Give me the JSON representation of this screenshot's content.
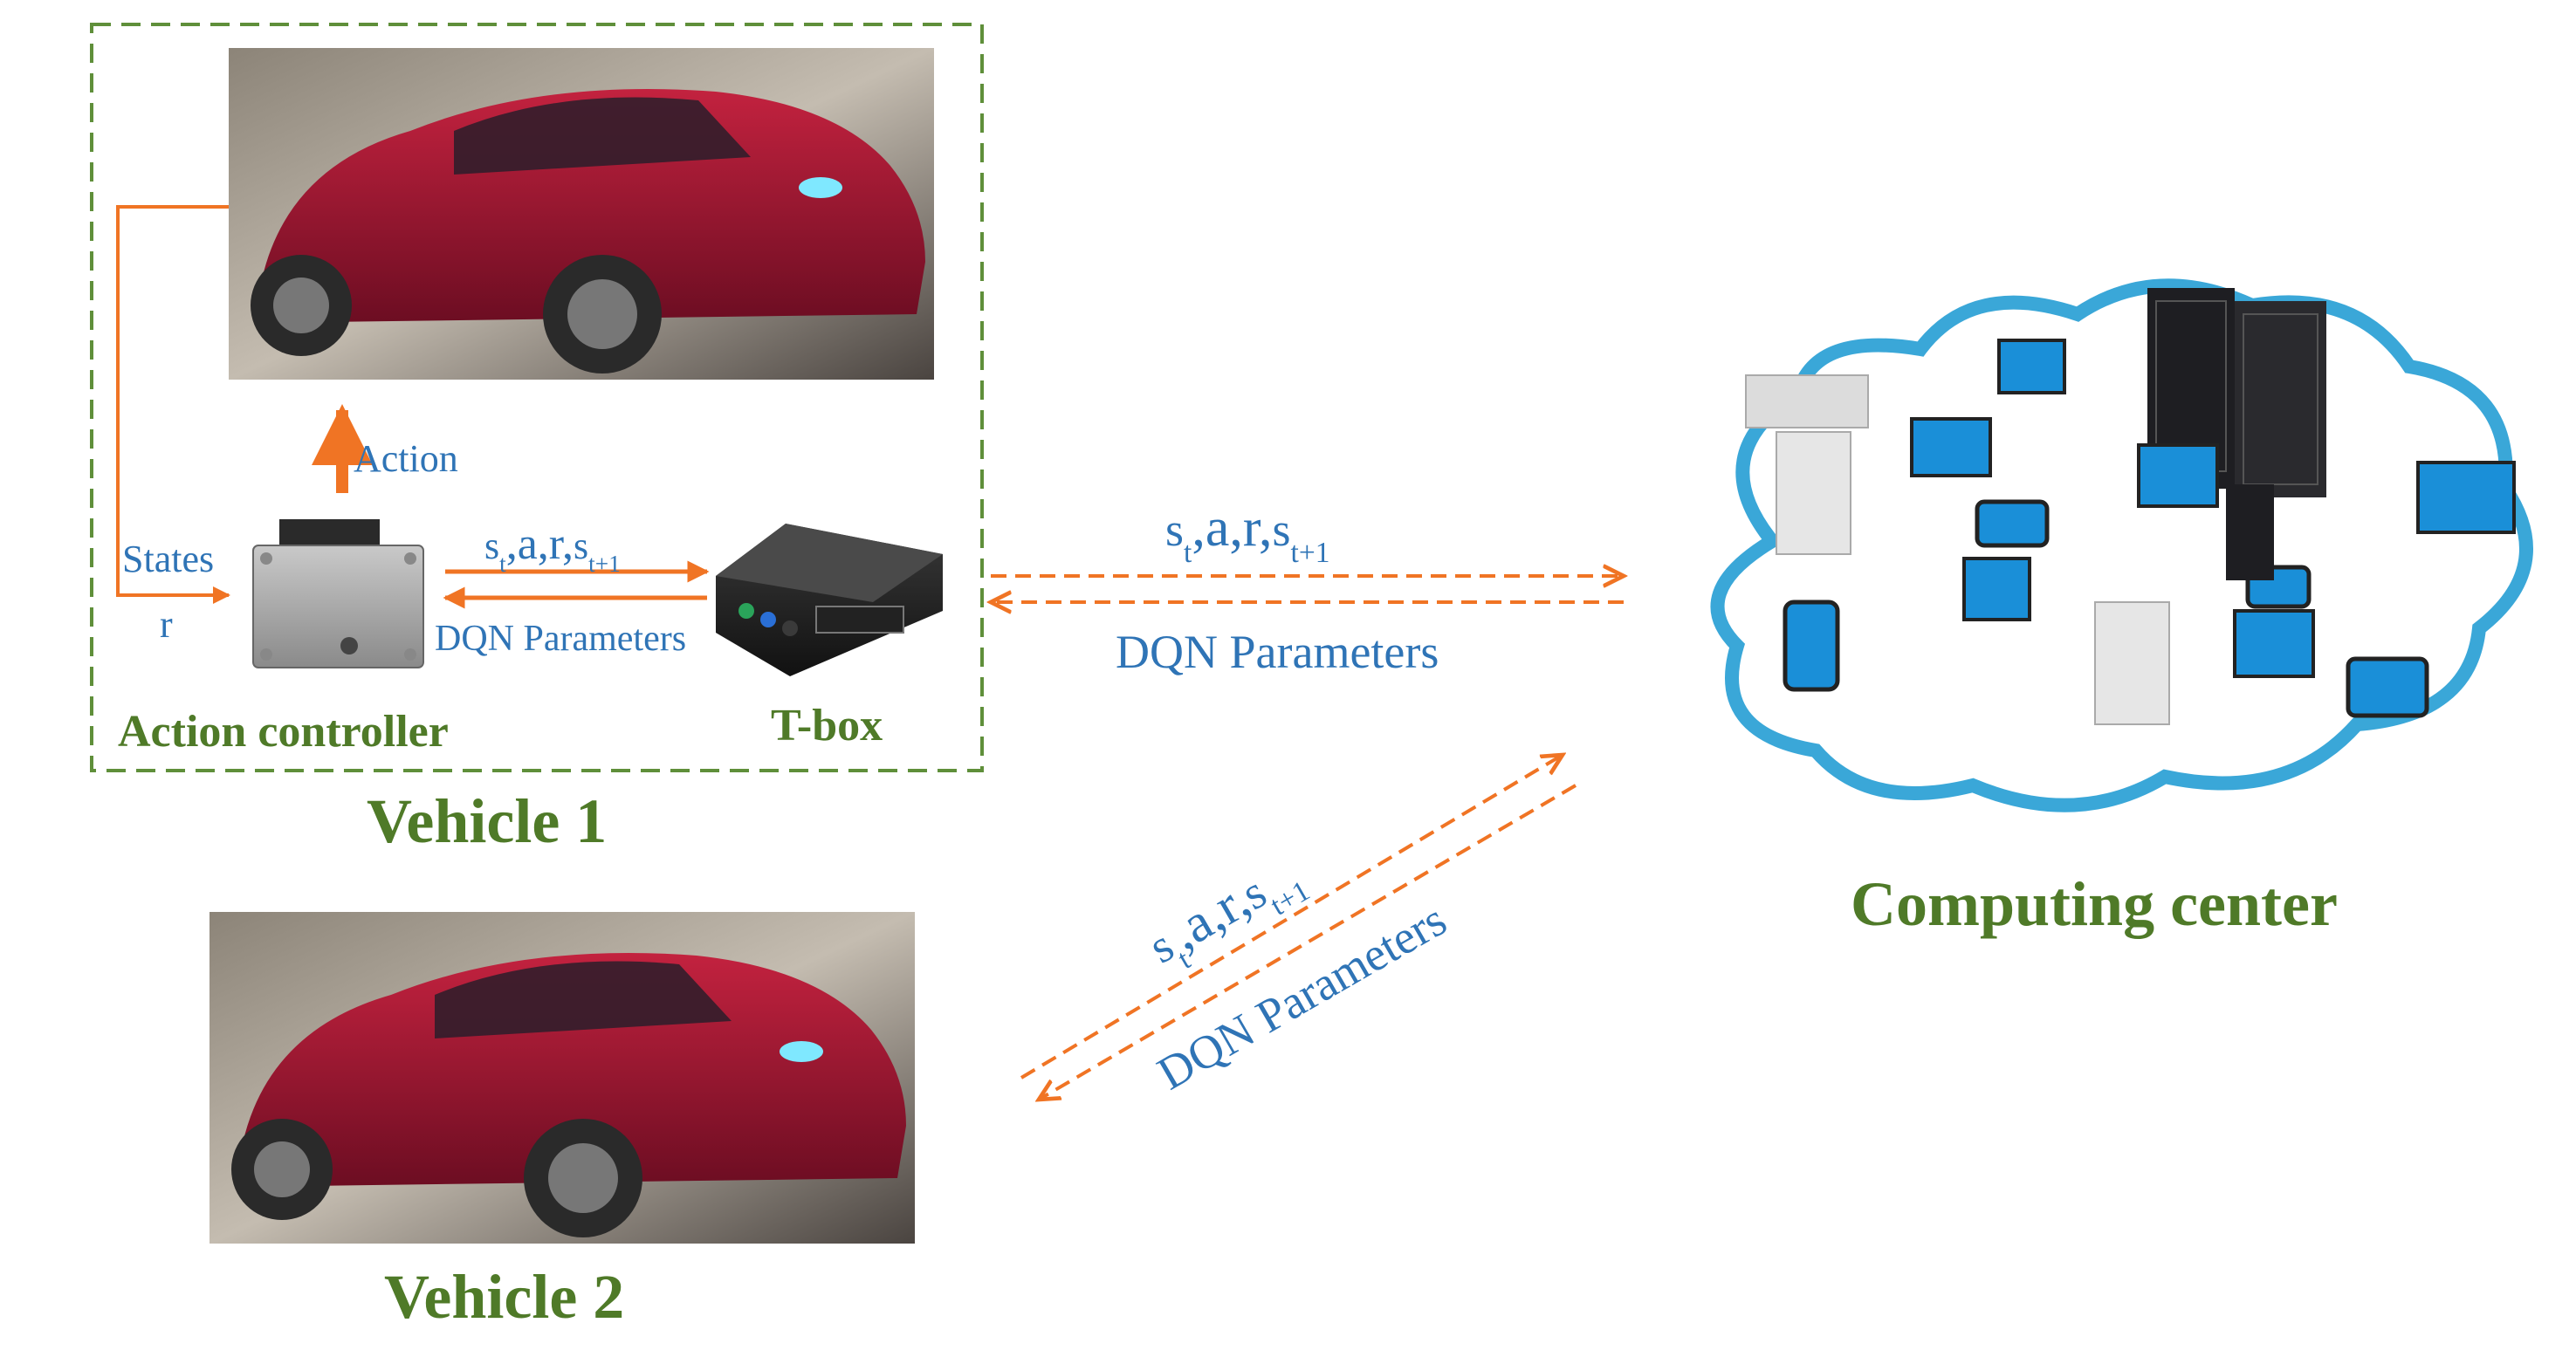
{
  "vehicle1": {
    "title": "Vehicle 1",
    "action_label": "Action",
    "states_label": "States",
    "reward_label": "r",
    "controller_label": "Action controller",
    "tbox_label": "T-box",
    "to_tbox_label": {
      "s": "s",
      "s_sub": "t",
      "rest": ",a,r,",
      "s2": "s",
      "s2_sub": "t+1"
    },
    "from_tbox_label": "DQN Parameters"
  },
  "vehicle2": {
    "title": "Vehicle 2"
  },
  "link_v1": {
    "up_label": {
      "s": "s",
      "s_sub": "t",
      "rest": ",a,r,",
      "s2": "s",
      "s2_sub": "t+1"
    },
    "down_label": "DQN Parameters"
  },
  "link_v2": {
    "up_label": {
      "s": "s",
      "s_sub": "t",
      "rest": ",a,r,",
      "s2": "s",
      "s2_sub": "t+1"
    },
    "down_label": "DQN Parameters"
  },
  "computing_center": {
    "title": "Computing center"
  },
  "colors": {
    "orange": "#f07424",
    "blue": "#2f74b6",
    "green": "#4f7a28",
    "dashed_box": "#5f8f3a"
  }
}
